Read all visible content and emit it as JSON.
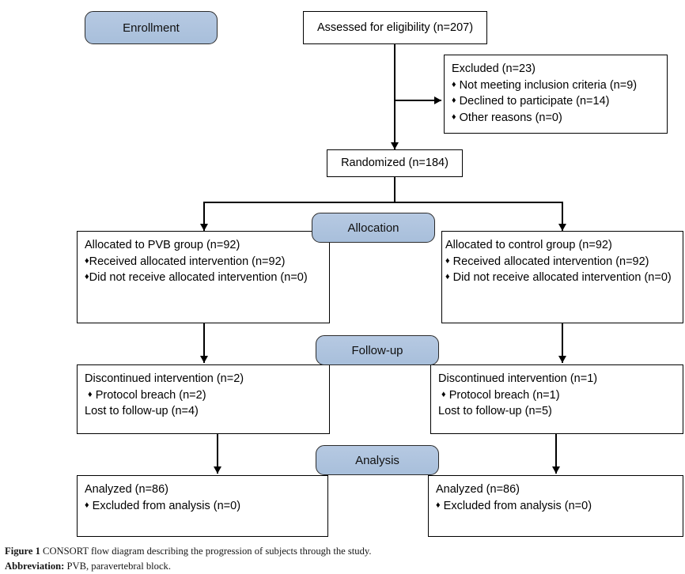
{
  "figure": {
    "type": "consort-flow-diagram",
    "caption_label": "Figure 1",
    "caption_text": "CONSORT flow diagram describing the progression of subjects through the study.",
    "abbrev_label": "Abbreviation:",
    "abbrev_text": "PVB, paravertebral block."
  },
  "colors": {
    "stage_pill_fill": "#aec3de",
    "stage_pill_border": "#2b2b2b",
    "box_border": "#000000",
    "box_fill": "#ffffff",
    "text": "#000000"
  },
  "stages": {
    "enrollment": "Enrollment",
    "allocation": "Allocation",
    "followup": "Follow-up",
    "analysis": "Analysis"
  },
  "boxes": {
    "assessed": {
      "text": "Assessed for eligibility (n=207)"
    },
    "excluded": {
      "title": "Excluded (n=23)",
      "items": [
        "Not meeting inclusion criteria (n=9)",
        "Declined to participate (n=14)",
        "Other reasons (n=0)"
      ]
    },
    "randomized": {
      "text": "Randomized (n=184)"
    },
    "allocated_left": {
      "title": "Allocated to PVB group (n=92)",
      "items": [
        "Received allocated intervention (n=92)",
        "Did not receive allocated intervention (n=0)"
      ]
    },
    "allocated_right": {
      "title": "Allocated to control group (n=92)",
      "items": [
        "Received allocated intervention (n=92)",
        "Did not receive allocated intervention (n=0)"
      ]
    },
    "followup_left": {
      "title": "Discontinued intervention (n=2)",
      "items": [
        "Protocol breach (n=2)"
      ],
      "footer": "Lost to follow-up (n=4)"
    },
    "followup_right": {
      "title": "Discontinued intervention (n=1)",
      "items": [
        "Protocol breach (n=1)"
      ],
      "footer": "Lost to follow-up (n=5)"
    },
    "analysis_left": {
      "title": "Analyzed (n=86)",
      "items": [
        "Excluded from analysis (n=0)"
      ]
    },
    "analysis_right": {
      "title": "Analyzed (n=86)",
      "items": [
        "Excluded from analysis (n=0)"
      ]
    }
  },
  "flow_data": {
    "assessed_for_eligibility": 207,
    "excluded_total": 23,
    "excluded_not_meeting_criteria": 9,
    "excluded_declined": 14,
    "excluded_other": 0,
    "randomized": 184,
    "pvb_allocated": 92,
    "pvb_received": 92,
    "pvb_not_received": 0,
    "control_allocated": 92,
    "control_received": 92,
    "control_not_received": 0,
    "pvb_discontinued": 2,
    "pvb_protocol_breach": 2,
    "pvb_lost_followup": 4,
    "control_discontinued": 1,
    "control_protocol_breach": 1,
    "control_lost_followup": 5,
    "pvb_analyzed": 86,
    "pvb_excluded_analysis": 0,
    "control_analyzed": 86,
    "control_excluded_analysis": 0
  },
  "glyphs": {
    "bullet": "♦"
  }
}
